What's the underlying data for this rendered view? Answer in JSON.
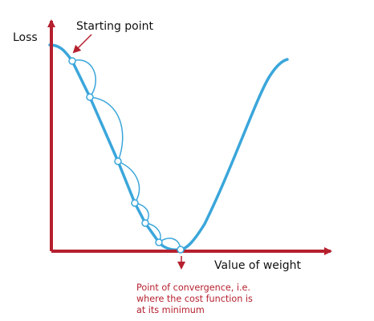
{
  "labels": {
    "y_axis": "Loss",
    "x_axis": "Value of weight",
    "start": "Starting point",
    "convergence_lines": [
      "Point of convergence, i.e.",
      "where the cost function is",
      "at its minimum"
    ]
  },
  "colors": {
    "axis": "#b5202e",
    "curve": "#3aa6db",
    "point_fill": "#ffffff",
    "text": "#111111",
    "convergence_text": "#b5202e"
  },
  "points_count": 7
}
